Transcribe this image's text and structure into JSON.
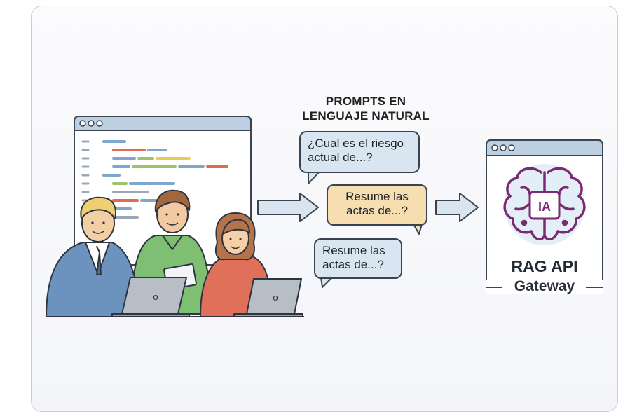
{
  "diagram": {
    "heading": [
      "PROMPTS EN",
      "LENGUAJE NATURAL"
    ],
    "prompts": [
      {
        "lines": [
          "¿Cual es el riesgo",
          "actual de...?"
        ],
        "highlight": false
      },
      {
        "lines": [
          "Resume las",
          "actas de...?"
        ],
        "highlight": true
      },
      {
        "lines": [
          "Resume las",
          "actas de...?"
        ],
        "highlight": false
      }
    ],
    "gateway": {
      "chip_label": "IA",
      "title": "RAG API",
      "subtitle": "Gateway"
    },
    "laptop_mark": "o"
  },
  "colors": {
    "bubble_blue": "#d9e6f2",
    "bubble_orange": "#f6deb0",
    "arrow_fill": "#d8e4ef",
    "brain": "#7a2a73",
    "window_bar": "#bcd0e2"
  }
}
